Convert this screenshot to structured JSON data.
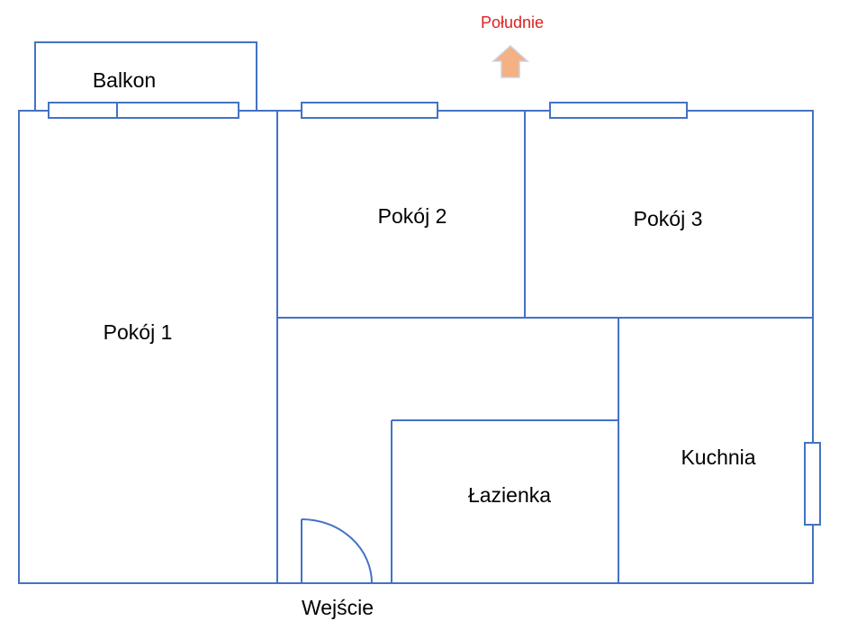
{
  "colors": {
    "wall": "#4472c4",
    "compass_text": "#e02020",
    "arrow_fill": "#f4b183",
    "arrow_stroke": "#c9d3e6"
  },
  "compass": {
    "label": "Południe",
    "icon": "up-arrow-icon"
  },
  "rooms": {
    "balcony": "Balkon",
    "room1": "Pokój 1",
    "room2": "Pokój 2",
    "room3": "Pokój 3",
    "bathroom": "Łazienka",
    "kitchen": "Kuchnia",
    "entrance": "Wejście"
  }
}
